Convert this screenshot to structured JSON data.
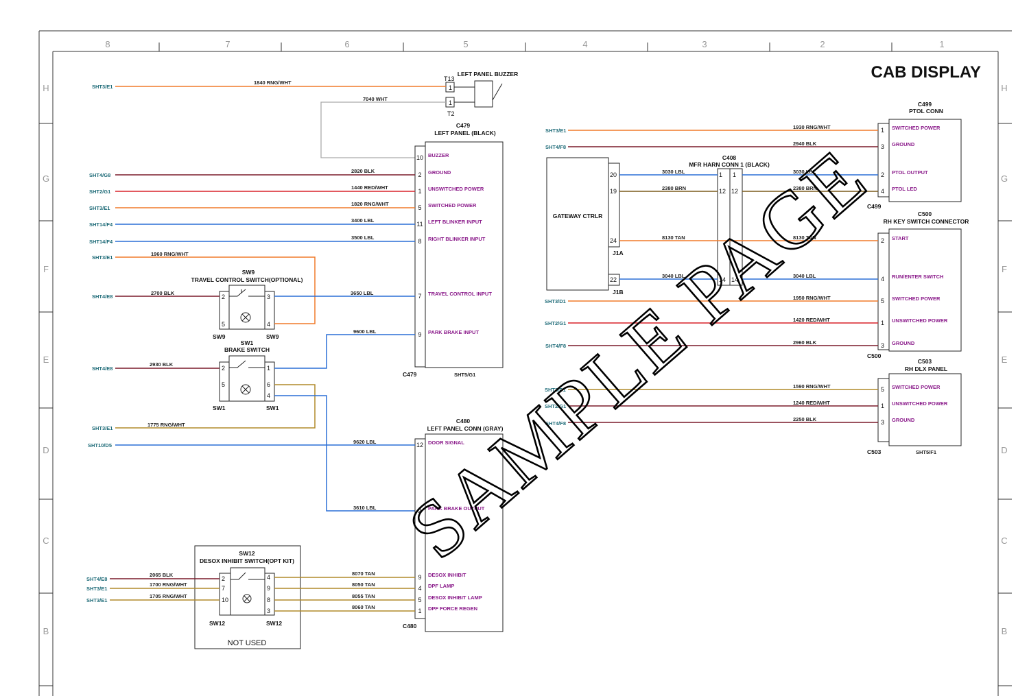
{
  "title": "CAB DISPLAY",
  "watermark": "SAMPLE PAGE",
  "zones": {
    "columns": [
      "8",
      "7",
      "6",
      "5",
      "4",
      "3",
      "2",
      "1"
    ],
    "rows": [
      "H",
      "G",
      "F",
      "E",
      "D",
      "C",
      "B"
    ]
  },
  "colors": {
    "ORN": "#f07a2a",
    "RED": "#d8222a",
    "BLK": "#7a1a2a",
    "LBL": "#2a6fd6",
    "BRN": "#7a5a1a",
    "TAN": "#b08a2a",
    "GRY": "#aaaaaa",
    "GRN": "#3aa83a"
  },
  "buzzer": {
    "title": "LEFT PANEL  BUZZER",
    "t13": "T13",
    "t2": "T2",
    "pin1": "1",
    "pin1b": "1",
    "w1_ref": "SHT3/E1",
    "w1_label": "1840 RNG/WHT",
    "w2_label": "7040 WHT"
  },
  "c479": {
    "name": "C479",
    "subtitle": "LEFT PANEL (BLACK)",
    "footer_left": "C479",
    "footer_right": "SHT5/G1",
    "pins": [
      {
        "num": "10",
        "label": "BUZZER"
      },
      {
        "num": "2",
        "label": "GROUND"
      },
      {
        "num": "1",
        "label": "UNSWITCHED POWER"
      },
      {
        "num": "5",
        "label": "SWITCHED POWER"
      },
      {
        "num": "11",
        "label": "LEFT BLINKER INPUT"
      },
      {
        "num": "8",
        "label": "RIGHT BLINKER INPUT"
      },
      {
        "num": "7",
        "label": "TRAVEL CONTROL INPUT"
      },
      {
        "num": "9",
        "label": "PARK BRAKE INPUT"
      }
    ],
    "wires": [
      {
        "ref": "SHT4/G8",
        "label": "2820 BLK"
      },
      {
        "ref": "SHT2/G1",
        "label": "1440 RED/WHT"
      },
      {
        "ref": "SHT3/E1",
        "label": "1820 RNG/WHT"
      },
      {
        "ref": "SHT14/F4",
        "label": "3400 LBL"
      },
      {
        "ref": "SHT14/F4",
        "label": "3500 LBL"
      }
    ],
    "w7_label": "3650 LBL",
    "w9_label": "9600 LBL"
  },
  "sw9": {
    "name": "SW9",
    "subtitle": "TRAVEL CONTROL SWITCH(OPTIONAL)",
    "foot_left": "SW9",
    "foot_right": "SW9",
    "pins": {
      "p2": "2",
      "p5": "5",
      "p3": "3",
      "p4": "4"
    },
    "w1_ref": "SHT3/E1",
    "w1_label": "1960 RNG/WHT",
    "w2_ref": "SHT4/E8",
    "w2_label": "2700 BLK"
  },
  "sw1": {
    "name": "SW1",
    "subtitle": "BRAKE SWITCH",
    "foot_left": "SW1",
    "foot_right": "SW1",
    "pins": {
      "p2": "2",
      "p5": "5",
      "p1": "1",
      "p6": "6",
      "p4": "4"
    },
    "w1_ref": "SHT4/E8",
    "w1_label": "2930 BLK",
    "w2_ref": "SHT3/E1",
    "w2_label": "1775 RNG/WHT"
  },
  "c480": {
    "name": "C480",
    "subtitle": "LEFT PANEL CONN (GRAY)",
    "footer_left": "C480",
    "pins": [
      {
        "num": "12",
        "label": "DOOR SIGNAL"
      },
      {
        "num": "2",
        "label": "PARK BRAKE OUTPUT"
      },
      {
        "num": "9",
        "label": "DESOX INHIBIT"
      },
      {
        "num": "4",
        "label": "DPF LAMP"
      },
      {
        "num": "5",
        "label": "DESOX INHIBIT LAMP"
      },
      {
        "num": "1",
        "label": "DPF FORCE REGEN"
      }
    ],
    "w12_ref": "SHT10/D5",
    "w12_label": "9620 LBL",
    "w2_label": "3610 LBL",
    "wires_sw12": [
      "8070 TAN",
      "8050 TAN",
      "8055 TAN",
      "8060 TAN"
    ]
  },
  "sw12": {
    "name": "SW12",
    "subtitle": "DESOX INHIBIT SWITCH(OPT KIT)",
    "foot_left": "SW12",
    "foot_right": "SW12",
    "note": "NOT USED",
    "left_pins": [
      "2",
      "7",
      "10"
    ],
    "right_pins": [
      "4",
      "9",
      "8",
      "3"
    ],
    "wires": [
      {
        "ref": "SHT4/E8",
        "label": "2065 BLK"
      },
      {
        "ref": "SHT3/E1",
        "label": "1700 RNG/WHT"
      },
      {
        "ref": "SHT3/E1",
        "label": "1705 RNG/WHT"
      }
    ]
  },
  "gateway": {
    "label": "GATEWAY CTRLR",
    "j1a": "J1A",
    "j1b": "J1B",
    "pins": [
      "20",
      "19",
      "24",
      "22"
    ]
  },
  "c408": {
    "name": "C408",
    "subtitle": "MFR HARN CONN 1 (BLACK)",
    "pins_left": [
      "1",
      "12",
      "14"
    ],
    "pins_right": [
      "1",
      "12",
      "14"
    ]
  },
  "c499": {
    "name": "C499",
    "subtitle": "PTOL CONN",
    "footer": "C499",
    "pins": [
      {
        "num": "1",
        "label": "SWITCHED POWER"
      },
      {
        "num": "3",
        "label": "GROUND"
      },
      {
        "num": "2",
        "label": "PTOL OUTPUT"
      },
      {
        "num": "4",
        "label": "PTOL LED"
      }
    ],
    "wires": [
      {
        "ref": "SHT3/E1",
        "label": "1930 RNG/WHT"
      },
      {
        "ref": "SHT4/F8",
        "label": "2940 BLK"
      },
      {
        "label_left": "3030 LBL",
        "label_right": "3030 LBL"
      },
      {
        "label_left": "2380 BRN",
        "label_right": "2380 BRN"
      }
    ]
  },
  "c500": {
    "name": "C500",
    "subtitle": "RH KEY SWITCH CONNECTOR",
    "footer": "C500",
    "pins": [
      {
        "num": "2",
        "label": "START"
      },
      {
        "num": "4",
        "label": "RUN/ENTER SWITCH"
      },
      {
        "num": "5",
        "label": "SWITCHED POWER"
      },
      {
        "num": "1",
        "label": "UNSWITCHED POWER"
      },
      {
        "num": "3",
        "label": "GROUND"
      }
    ],
    "wires": [
      {
        "label_left": "8130 TAN",
        "label_right": "8130 TAN"
      },
      {
        "label_left": "3040 LBL",
        "label_right": "3040 LBL"
      },
      {
        "ref": "SHT3/D1",
        "label": "1950 RNG/WHT"
      },
      {
        "ref": "SHT2/G1",
        "label": "1420 RED/WHT"
      },
      {
        "ref": "SHT4/F8",
        "label": "2960 BLK"
      }
    ]
  },
  "c503": {
    "name": "C503",
    "subtitle": "RH DLX PANEL",
    "footer_left": "C503",
    "footer_right": "SHT5/F1",
    "pins": [
      {
        "num": "5",
        "label": "SWITCHED POWER"
      },
      {
        "num": "1",
        "label": "UNSWITCHED POWER"
      },
      {
        "num": "3",
        "label": "GROUND"
      }
    ],
    "wires": [
      {
        "ref": "SHT3/D1",
        "label": "1590 RNG/WHT"
      },
      {
        "ref": "SHT2/G1",
        "label": "1240 RED/WHT"
      },
      {
        "ref": "SHT4/F8",
        "label": "2250 BLK"
      }
    ]
  }
}
